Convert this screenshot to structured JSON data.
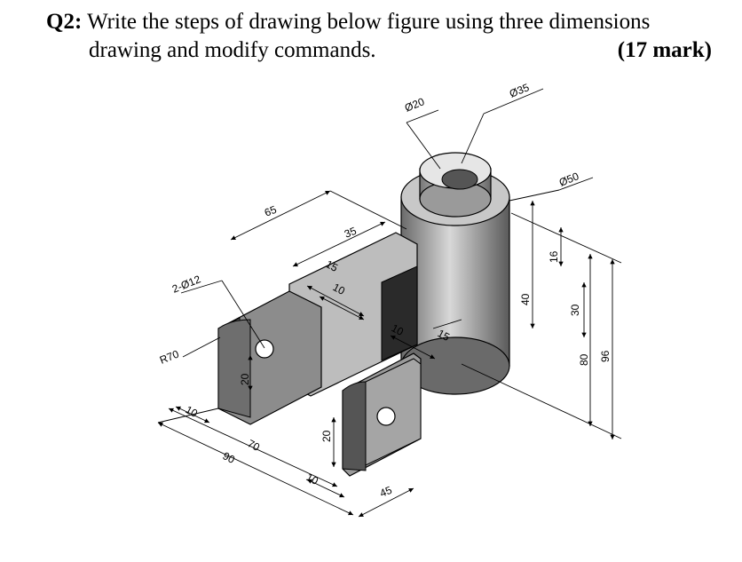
{
  "question": {
    "number": "Q2:",
    "line1": " Write the steps of drawing below figure using three dimensions",
    "line2": "drawing and modify commands.",
    "marks": "(17 mark)"
  },
  "figure": {
    "dimensions": {
      "d20": "Ø20",
      "d35": "Ø35",
      "d50": "Ø50",
      "holes": "2-Ø12",
      "r70": "R70",
      "l65": "65",
      "l35": "35",
      "l15a": "15",
      "l10a": "10",
      "l10b": "10",
      "l15b": "15",
      "l16": "16",
      "l40": "40",
      "l30": "30",
      "l80": "80",
      "l96": "96",
      "l20a": "20",
      "l10c": "10",
      "l70": "70",
      "l90": "90",
      "l20b": "20",
      "l10d": "10",
      "l45": "45"
    }
  }
}
